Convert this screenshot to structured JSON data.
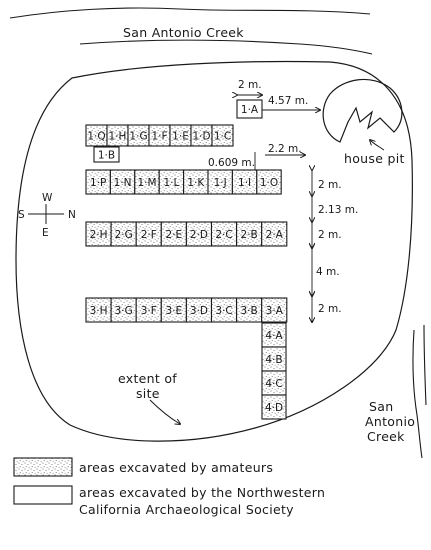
{
  "title": "San Antonio Creek",
  "creek_label_right": [
    "San",
    "Antonio",
    "Creek"
  ],
  "house_pit_label": "house pit",
  "extent_label": [
    "extent of",
    "site"
  ],
  "compass": {
    "n": "N",
    "s": "S",
    "e": "E",
    "w": "W"
  },
  "measurements": {
    "m_2_top": "2 m.",
    "m_4_57": "4.57 m.",
    "m_0_609": "0.609 m.",
    "m_2_2": "2.2 m.",
    "m_2_a": "2 m.",
    "m_2_13": "2.13 m.",
    "m_2_b": "2 m.",
    "m_4": "4 m.",
    "m_2_c": "2 m."
  },
  "units": {
    "u1a": "1·A",
    "u1b": "1·B",
    "row1q": [
      "1·Q",
      "1·H",
      "1·G",
      "1·F",
      "1·E",
      "1·D",
      "1·C"
    ],
    "row1p": [
      "1·P",
      "1·N",
      "1·M",
      "1·L",
      "1·K",
      "1·J",
      "1·I",
      "1·O"
    ],
    "row2": [
      "2·H",
      "2·G",
      "2·F",
      "2·E",
      "2·D",
      "2·C",
      "2·B",
      "2·A"
    ],
    "row3": [
      "3·H",
      "3·G",
      "3·F",
      "3·E",
      "3·D",
      "3·C",
      "3·B",
      "3·A"
    ],
    "row4": [
      "4·A",
      "4·B",
      "4·C",
      "4·D"
    ]
  },
  "legend": {
    "amateurs": "areas excavated by amateurs",
    "society_line1": "areas excavated by the Northwestern",
    "society_line2": "California Archaeological Society"
  },
  "colors": {
    "ink": "#1a1a1a",
    "paper": "#ffffff",
    "stipple": "#555555"
  }
}
